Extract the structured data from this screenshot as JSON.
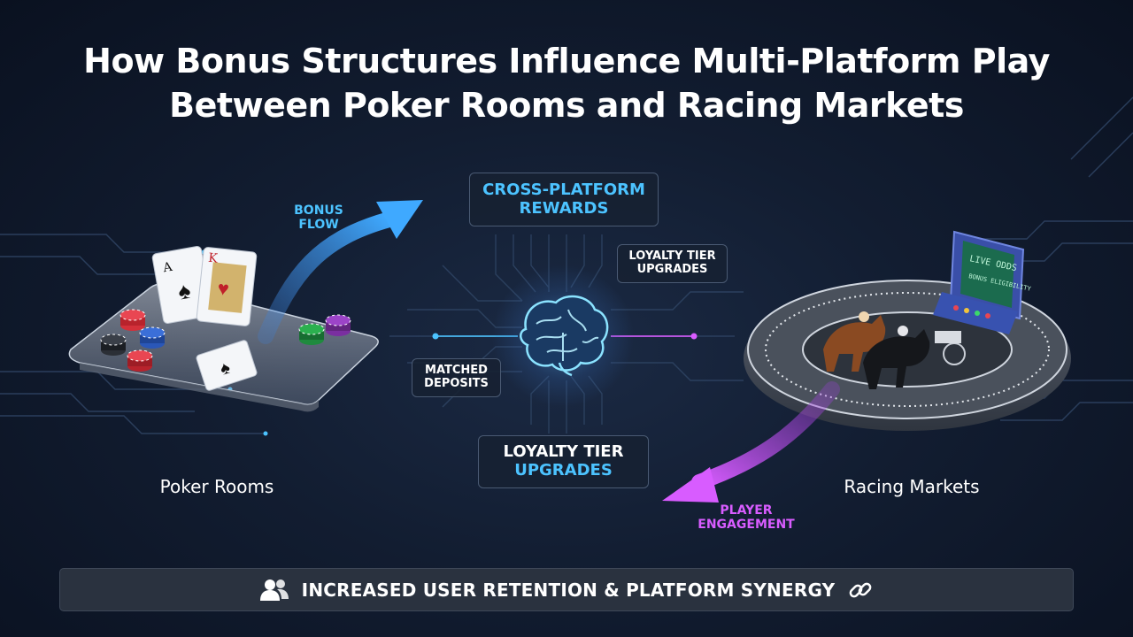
{
  "title": {
    "line1": "How Bonus Structures Influence Multi-Platform Play",
    "line2": "Between Poker Rooms and Racing Markets"
  },
  "flows": {
    "bonus_flow": {
      "line1": "BONUS",
      "line2": "FLOW",
      "color": "#4cc3ff"
    },
    "player_engagement": {
      "line1": "PLAYER",
      "line2": "ENGAGEMENT",
      "color": "#d85cff"
    }
  },
  "center": {
    "cross_platform": {
      "line1": "CROSS-PLATFORM",
      "line2": "REWARDS"
    },
    "loyalty_small": {
      "line1": "LOYALTY TIER",
      "line2": "UPGRADES"
    },
    "matched_deposits": {
      "line1": "MATCHED",
      "line2": "DEPOSITS"
    },
    "loyalty_large": {
      "line1": "LOYALTY TIER",
      "line2": "UPGRADES"
    },
    "brain_icon": "brain-icon"
  },
  "left": {
    "label": "Poker Rooms",
    "illustration": "poker-table"
  },
  "right": {
    "label": "Racing Markets",
    "illustration": "racing-track",
    "screen_line1": "LIVE ODDS",
    "screen_line2": "BONUS ELIGIBILITY"
  },
  "footer": {
    "text": "INCREASED USER RETENTION & PLATFORM SYNERGY",
    "left_icon": "users-icon",
    "right_icon": "link-icon"
  },
  "colors": {
    "background": "#121d31",
    "cyan_accent": "#4cc3ff",
    "magenta_accent": "#d85cff",
    "box_border": "#4a5a73"
  }
}
